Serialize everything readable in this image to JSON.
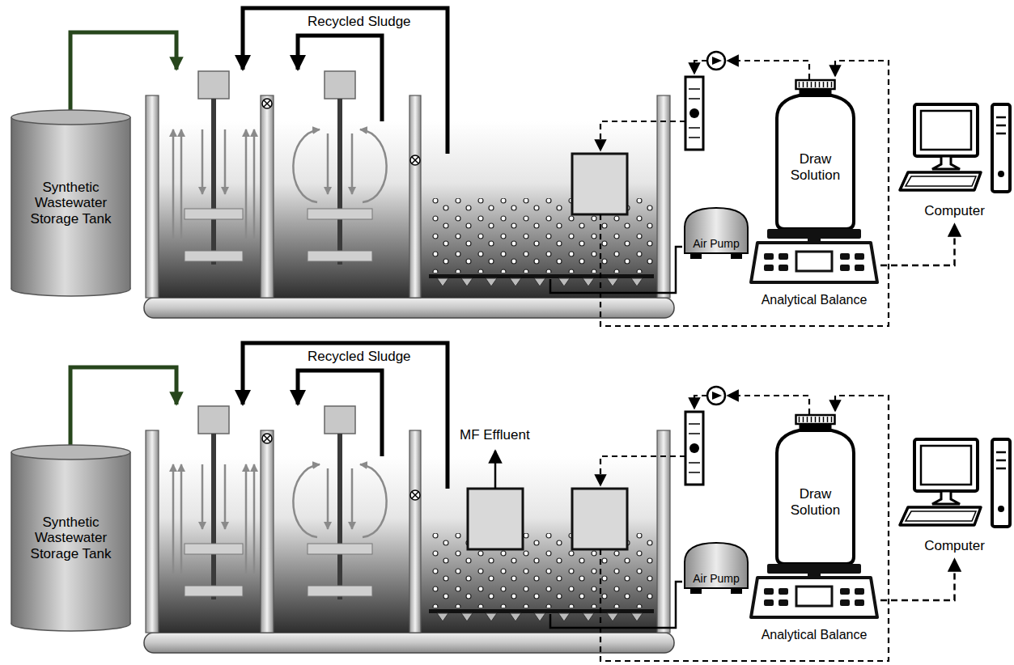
{
  "diagram": {
    "nodes": [
      {
        "text": [
          "Synthetic Wastewater Storage Tank"
        ]
      },
      {
        "text": [
          "Draw Solution"
        ]
      },
      {
        "text": [
          "Air Pump"
        ]
      },
      {
        "text": [
          "Analytical Balance"
        ]
      },
      {
        "text": [
          "Computer"
        ]
      },
      {
        "text": [
          "Synthetic Wastewater Storage Tank"
        ]
      },
      {
        "text": [
          "Draw Solution"
        ]
      },
      {
        "text": [
          "Air Pump"
        ]
      },
      {
        "text": [
          "Analytical Balance"
        ]
      },
      {
        "text": [
          "Computer"
        ]
      }
    ],
    "edges": [
      {
        "from": 3,
        "to": 4,
        "arrow": "to"
      },
      {
        "from": 8,
        "to": 9,
        "arrow": "to"
      }
    ],
    "labels": [
      "Recycled Sludge",
      "Recycled Sludge",
      "MF Effluent"
    ]
  }
}
